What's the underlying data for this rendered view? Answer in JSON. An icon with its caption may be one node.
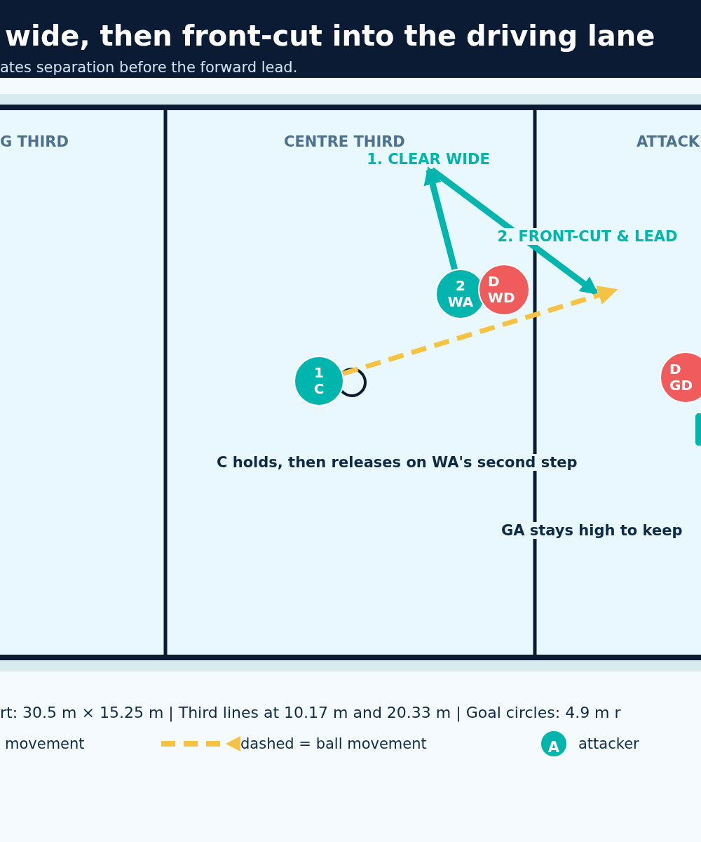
{
  "diagram": {
    "title": "wide, then front-cut into the driving lane",
    "caption": "ates separation before the forward lead.",
    "nodes": [
      {
        "text": [
          "1",
          "C"
        ]
      },
      {
        "text": [
          "2",
          "WA"
        ]
      },
      {
        "text": [
          "D",
          "WD"
        ]
      },
      {
        "text": [
          "D",
          "GD"
        ]
      },
      {
        "text": [],
        "shape": "circle"
      },
      {
        "text": [
          "1. CLEAR WIDE"
        ]
      }
    ],
    "edges": [
      {
        "from": 1,
        "to": 5,
        "arrow": "to"
      },
      {
        "from": 5,
        "to": null,
        "arrow": "to",
        "label": "2. FRONT-CUT & LEAD"
      },
      {
        "from": 0,
        "to": null,
        "arrow": "to",
        "style": "dashed",
        "color": "#f5c242"
      }
    ],
    "labels": [
      "G THIRD",
      "CENTRE THIRD",
      "ATTACK",
      "C holds, then releases on WA's second step",
      "GA stays high to keep",
      "rt: 30.5 m × 15.25 m | Third lines at 10.17 m and 20.33 m | Goal circles: 4.9 m r",
      "A"
    ],
    "legend": [
      {
        "text": "movement"
      },
      {
        "text": "dashed = ball movement"
      },
      {
        "text": "attacker",
        "color": "#00b5ad"
      }
    ]
  }
}
